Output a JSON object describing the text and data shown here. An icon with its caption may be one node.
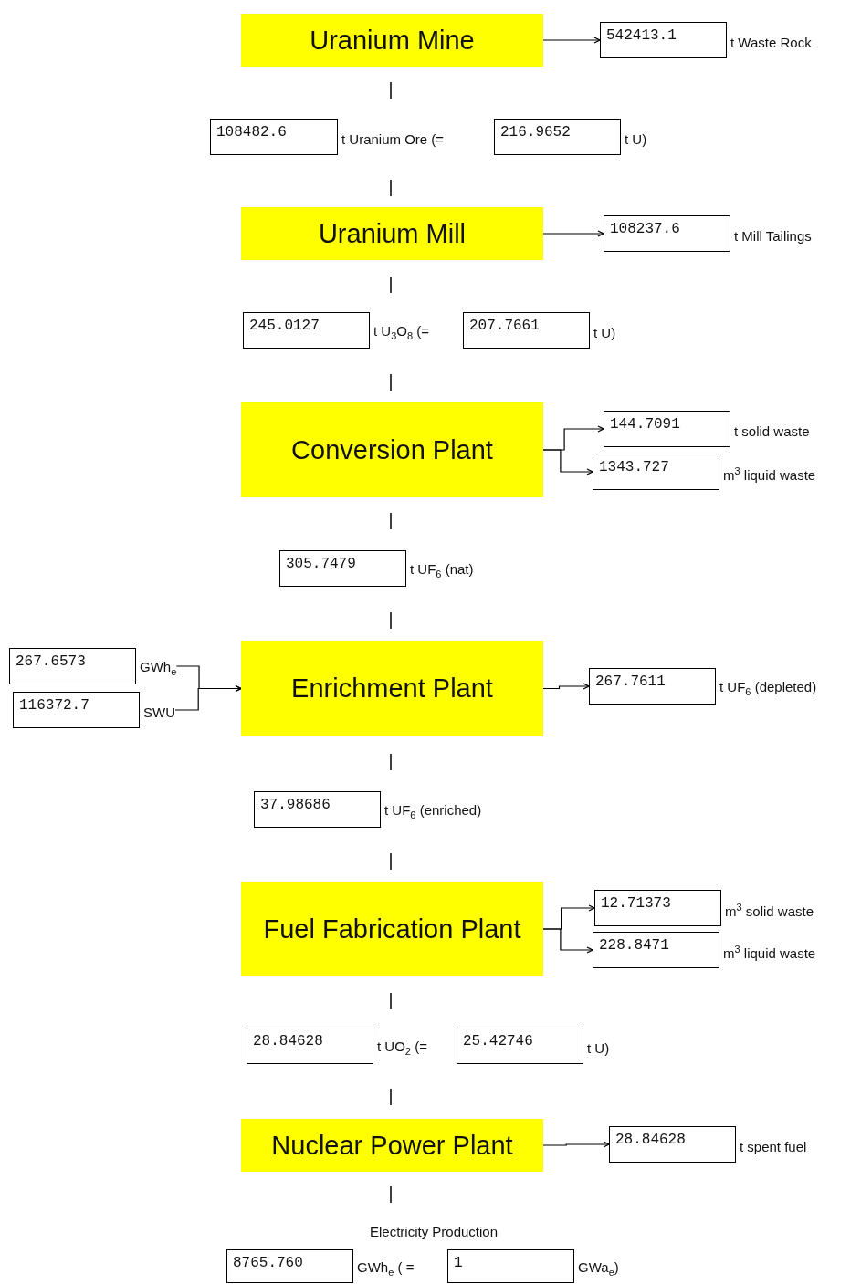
{
  "diagram": {
    "nodes": [
      {
        "text": [
          "Uranium Mine"
        ]
      },
      {
        "text": [
          "542413.1"
        ],
        "beside": [
          "t Waste Rock"
        ]
      },
      {
        "text": [
          "108482.6"
        ],
        "beside": [
          "t Uranium Ore (="
        ]
      },
      {
        "text": [
          "216.9652"
        ],
        "beside": [
          "t U)"
        ]
      },
      {
        "text": [
          "Uranium Mill"
        ]
      },
      {
        "text": [
          "108237.6"
        ],
        "beside": [
          "t Mill Tailings"
        ]
      },
      {
        "text": [
          "245.0127"
        ],
        "beside": [
          "t U$_{3}$O$_{8}$ (="
        ]
      },
      {
        "text": [
          "207.7661"
        ],
        "beside": [
          "t U)"
        ]
      },
      {
        "text": [
          "Conversion Plant"
        ]
      },
      {
        "text": [
          "144.7091"
        ],
        "beside": [
          "t solid waste"
        ]
      },
      {
        "text": [
          "1343.727"
        ],
        "beside": [
          "m$^{3}$ liquid waste"
        ]
      },
      {
        "text": [
          "305.7479"
        ],
        "beside": [
          "t UF$_{6}$ (nat)"
        ]
      },
      {
        "text": [
          "267.6573"
        ],
        "beside": [
          "GWh$_{e}$"
        ]
      },
      {
        "text": [
          "116372.7"
        ],
        "beside": [
          "SWU"
        ]
      },
      {
        "text": [
          "Enrichment Plant"
        ]
      },
      {
        "text": [
          "267.7611"
        ],
        "beside": [
          "t UF$_{6}$ (depleted)"
        ]
      },
      {
        "text": [
          "37.98686"
        ],
        "beside": [
          "t UF$_{6}$ (enriched)"
        ]
      },
      {
        "text": [
          "Fuel Fabrication Plant"
        ]
      },
      {
        "text": [
          "12.71373"
        ],
        "beside": [
          "m$^{3}$ solid waste"
        ]
      },
      {
        "text": [
          "228.8471"
        ],
        "beside": [
          "m$^{3}$ liquid waste"
        ]
      },
      {
        "text": [
          "28.84628"
        ],
        "beside": [
          "t UO$_{2}$ (="
        ]
      },
      {
        "text": [
          "25.42746"
        ],
        "beside": [
          "t U)"
        ]
      },
      {
        "text": [
          "Nuclear Power Plant"
        ]
      },
      {
        "text": [
          "28.84628"
        ],
        "beside": [
          "t spent fuel"
        ]
      },
      {
        "text": [
          "8765.760"
        ],
        "beside": [
          "GWh$_{e}$ ( ="
        ]
      },
      {
        "text": [
          "1"
        ],
        "beside": [
          "GWa$_{e}$)"
        ]
      }
    ],
    "edges": [
      {
        "from": 0,
        "to": 1,
        "arrow": "to"
      },
      {
        "from": 4,
        "to": 5,
        "arrow": "to"
      },
      {
        "from": 8,
        "to": 9,
        "arrow": "to"
      },
      {
        "from": 8,
        "to": 10,
        "arrow": "to"
      },
      {
        "from": 12,
        "to": 14,
        "arrow": "to"
      },
      {
        "from": 13,
        "to": 14,
        "arrow": "to"
      },
      {
        "from": 14,
        "to": 15,
        "arrow": "to"
      },
      {
        "from": 17,
        "to": 18,
        "arrow": "to"
      },
      {
        "from": 17,
        "to": 19,
        "arrow": "to"
      },
      {
        "from": 22,
        "to": 23,
        "arrow": "to"
      }
    ],
    "labels": [
      "Electricity Production"
    ]
  }
}
